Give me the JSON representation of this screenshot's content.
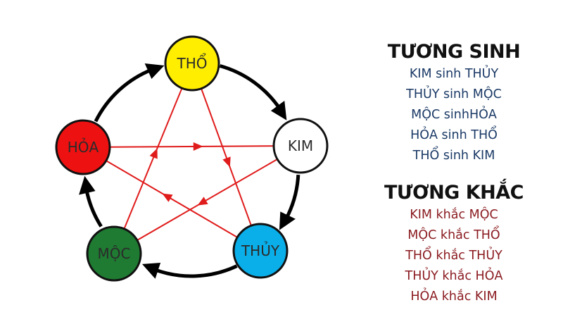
{
  "diagram": {
    "title": "Ngũ hành tương sinh tương khắc",
    "nodes": [
      {
        "id": "tho",
        "label": "THỔ",
        "color": "#ffee00"
      },
      {
        "id": "kim",
        "label": "KIM",
        "color": "#ffffff"
      },
      {
        "id": "thuy",
        "label": "THỦY",
        "color": "#0aaee8"
      },
      {
        "id": "moc",
        "label": "MỘC",
        "color": "#1f7a32"
      },
      {
        "id": "hoa",
        "label": "HỎA",
        "color": "#ee1111"
      }
    ],
    "generating_cycle": [
      {
        "from": "tho",
        "to": "kim"
      },
      {
        "from": "kim",
        "to": "thuy"
      },
      {
        "from": "thuy",
        "to": "moc"
      },
      {
        "from": "moc",
        "to": "hoa"
      },
      {
        "from": "hoa",
        "to": "tho"
      }
    ],
    "overcoming_star": [
      {
        "from": "hoa",
        "to": "kim"
      },
      {
        "from": "kim",
        "to": "moc"
      },
      {
        "from": "moc",
        "to": "tho"
      },
      {
        "from": "tho",
        "to": "thuy"
      },
      {
        "from": "thuy",
        "to": "hoa"
      }
    ],
    "cycle_color": "#000000",
    "star_color": "#e01b1b"
  },
  "legend": {
    "sinh": {
      "title": "TƯƠNG SINH",
      "items": [
        "KIM sinh THỦY",
        "THỦY sinh MỘC",
        "MỘC sinhHỎA",
        "HỎA sinh THỔ",
        "THỔ sinh KIM"
      ]
    },
    "khac": {
      "title": "TƯƠNG KHẮC",
      "items": [
        "KIM khắc MỘC",
        "MỘC khắc THỔ",
        "THỔ khắc THỦY",
        "THỦY khắc HỎA",
        "HỎA khắc KIM"
      ]
    }
  }
}
